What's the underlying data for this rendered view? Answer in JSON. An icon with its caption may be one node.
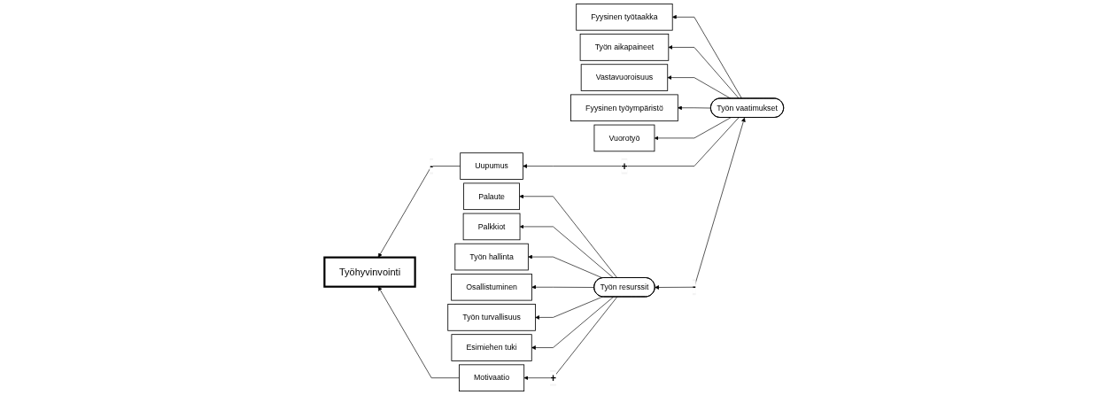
{
  "diagram": {
    "nodes": [
      {
        "text": [
          "Fyysinen työtaakka"
        ]
      },
      {
        "text": [
          "Työn aikapaineet"
        ]
      },
      {
        "text": [
          "Vastavuoroisuus"
        ]
      },
      {
        "text": [
          "Fyysinen työympäristö"
        ]
      },
      {
        "text": [
          "Vuorotyö"
        ]
      },
      {
        "text": [
          "Työn vaatimukset"
        ]
      },
      {
        "text": [
          "Uupumus"
        ]
      },
      {
        "text": [
          "Työhyvinvointi"
        ]
      },
      {
        "text": [
          "Palaute"
        ]
      },
      {
        "text": [
          "Palkkiot"
        ]
      },
      {
        "text": [
          "Työn hallinta"
        ]
      },
      {
        "text": [
          "Osallistuminen"
        ]
      },
      {
        "text": [
          "Työn turvallisuus"
        ]
      },
      {
        "text": [
          "Esimiehen tuki"
        ]
      },
      {
        "text": [
          "Työn resurssit"
        ]
      },
      {
        "text": [
          "Motivaatio"
        ]
      }
    ],
    "edges": [
      {
        "from": 5,
        "to": 0,
        "arrow": "to"
      },
      {
        "from": 5,
        "to": 1,
        "arrow": "to"
      },
      {
        "from": 5,
        "to": 2,
        "arrow": "to"
      },
      {
        "from": 5,
        "to": 3,
        "arrow": "to"
      },
      {
        "from": 5,
        "to": 4,
        "arrow": "to"
      },
      {
        "from": 5,
        "to": 6,
        "arrow": "to",
        "label": "+"
      },
      {
        "from": 5,
        "to": 14,
        "arrow": "both",
        "label": "-"
      },
      {
        "from": 6,
        "to": 7,
        "arrow": "to",
        "label": "-"
      },
      {
        "from": 14,
        "to": 8,
        "arrow": "to"
      },
      {
        "from": 14,
        "to": 9,
        "arrow": "to"
      },
      {
        "from": 14,
        "to": 10,
        "arrow": "to"
      },
      {
        "from": 14,
        "to": 11,
        "arrow": "to"
      },
      {
        "from": 14,
        "to": 12,
        "arrow": "to"
      },
      {
        "from": 14,
        "to": 13,
        "arrow": "to"
      },
      {
        "from": 14,
        "to": 15,
        "arrow": "to",
        "label": "+"
      },
      {
        "from": 15,
        "to": 7,
        "arrow": "to"
      }
    ]
  }
}
